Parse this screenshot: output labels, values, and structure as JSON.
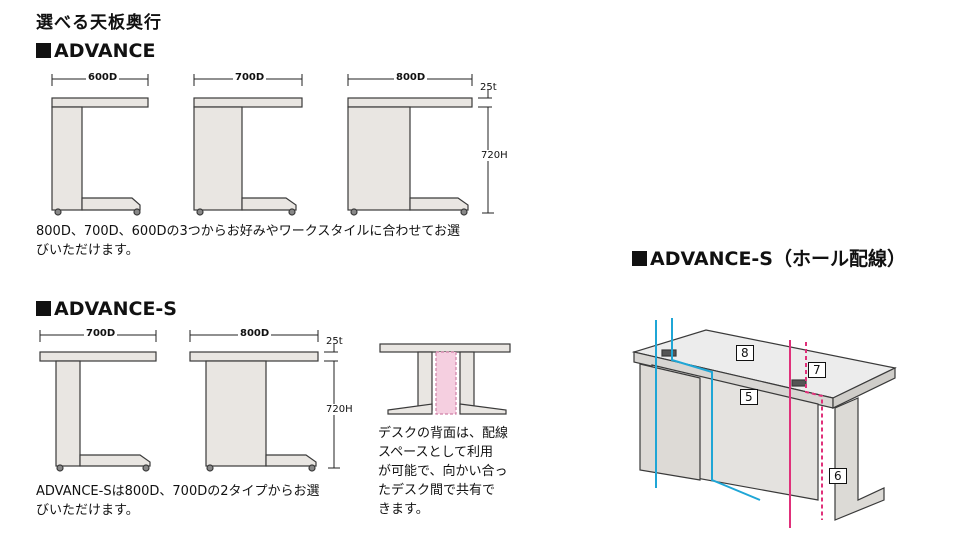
{
  "page_title": "選べる天板奥行",
  "advance": {
    "heading": "ADVANCE",
    "depth_labels": [
      "600D",
      "700D",
      "800D"
    ],
    "thickness_label": "25t",
    "height_label": "720H",
    "description_line1": "800D、700D、600Dの3つからお好みやワークスタイルに合わせてお選",
    "description_line2": "びいただけます。"
  },
  "advance_s": {
    "heading": "ADVANCE-S",
    "depth_labels": [
      "700D",
      "800D"
    ],
    "thickness_label": "25t",
    "height_label": "720H",
    "description_line1": "ADVANCE-Sは800D、700Dの2タイプからお選",
    "description_line2": "びいただけます。",
    "back_note": [
      "デスクの背面は、配線",
      "スペースとして利用",
      "が可能で、向かい合っ",
      "たデスク間で共有で",
      "きます。"
    ]
  },
  "advance_s_hole": {
    "heading": "ADVANCE-S（ホール配線）",
    "callouts": [
      "8",
      "7",
      "5",
      "6"
    ]
  },
  "colors": {
    "desk_fill": "#e9e6e2",
    "desk_edge": "#3a3a3a",
    "cable_blue": "#1fa6d6",
    "cable_pink": "#e0307a",
    "pink_panel": "#f5cfe0"
  }
}
